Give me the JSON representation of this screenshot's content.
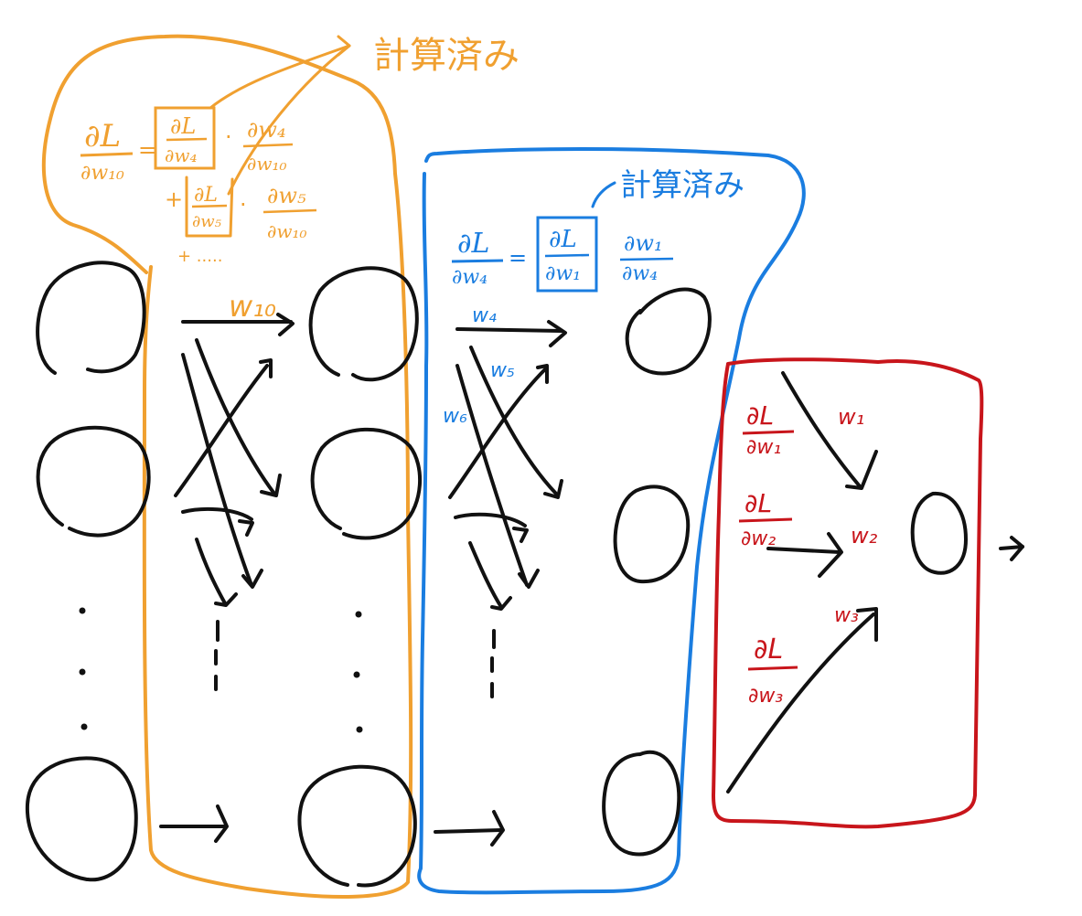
{
  "colors": {
    "ink": "#111111",
    "orange": "#f0a030",
    "blue": "#1a7de0",
    "red": "#c8151b",
    "background": "#ffffff"
  },
  "annotations": {
    "computed_label_orange": "計算済み",
    "computed_label_blue": "計算済み"
  },
  "orange_formula": {
    "lhs_num": "∂L",
    "lhs_den": "∂w₁₀",
    "eq": "=",
    "t1_boxed_num": "∂L",
    "t1_boxed_den": "∂w₄",
    "t1_dot": "·",
    "t1_num": "∂w₄",
    "t1_den": "∂w₁₀",
    "plus": "+",
    "t2_boxed_num": "∂L",
    "t2_boxed_den": "∂w₅",
    "t2_dot": "·",
    "t2_num": "∂w₅",
    "t2_den": "∂w₁₀",
    "tail": "+ ....."
  },
  "blue_formula": {
    "lhs_num": "∂L",
    "lhs_den": "∂w₄",
    "eq": "=",
    "boxed_num": "∂L",
    "boxed_den": "∂w₁",
    "num": "∂w₁",
    "den": "∂w₄"
  },
  "weight_labels": {
    "w10": "w₁₀",
    "w4": "w₄",
    "w5": "w₅",
    "w6": "w₆",
    "w1": "w₁",
    "w2": "w₂",
    "w3": "w₃"
  },
  "red_gradients": {
    "g1_num": "∂L",
    "g1_den": "∂w₁",
    "g2_num": "∂L",
    "g2_den": "∂w₂",
    "g3_num": "∂L",
    "g3_den": "∂w₃"
  }
}
